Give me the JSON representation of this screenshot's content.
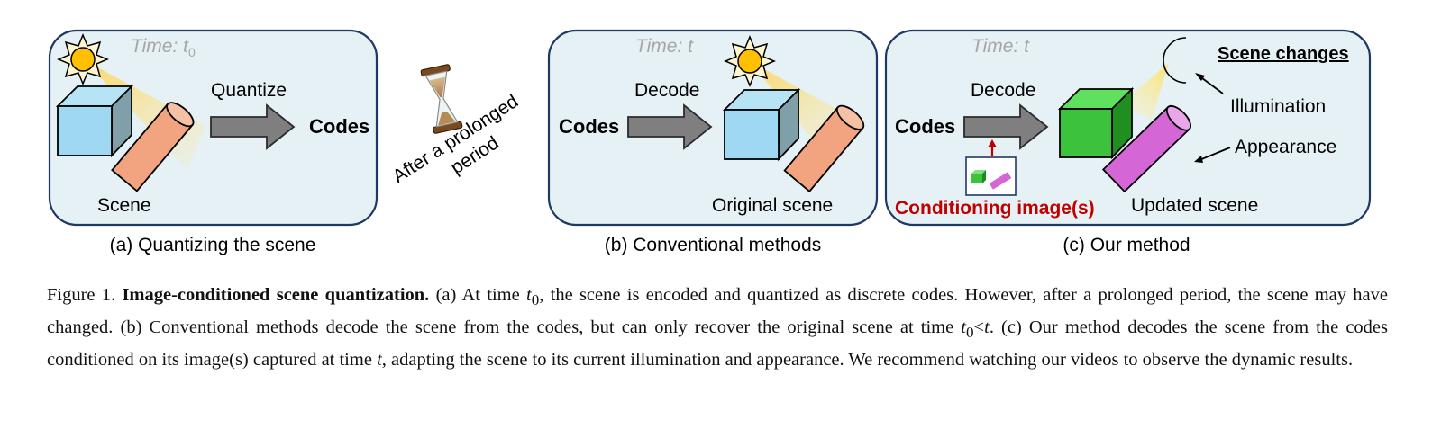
{
  "figure": {
    "panel_a": {
      "time_prefix": "Time: ",
      "time_var": "t",
      "time_sub": "0",
      "quantize_label": "Quantize",
      "codes_label": "Codes",
      "scene_label": "Scene",
      "subcaption": "(a) Quantizing the scene"
    },
    "middle": {
      "line1": "After a prolonged",
      "line2": "period"
    },
    "panel_b": {
      "time_prefix": "Time: ",
      "time_var": "t",
      "decode_label": "Decode",
      "codes_label": "Codes",
      "scene_label": "Original scene",
      "subcaption": "(b) Conventional methods"
    },
    "panel_c": {
      "time_prefix": "Time: ",
      "time_var": "t",
      "decode_label": "Decode",
      "codes_label": "Codes",
      "scene_changes_title": "Scene changes",
      "illumination_label": "Illumination",
      "appearance_label": "Appearance",
      "conditioning_label": "Conditioning image(s)",
      "scene_label": "Updated scene",
      "subcaption": "(c) Our method"
    },
    "colors": {
      "panel_fill": "#e5f1f5",
      "panel_stroke": "#1f3864",
      "cube_blue": "#9fd8f2",
      "cube_green": "#3cc23c",
      "cylinder_orange": "#f1a47f",
      "cylinder_magenta": "#d566d5",
      "arrow_gray": "#7f7f7f",
      "sun_yellow": "#ffc000",
      "conditioning_red": "#c00000",
      "time_gray": "#a6a6a6"
    }
  },
  "caption": {
    "figure_num": "Figure 1.",
    "title": "Image-conditioned scene quantization.",
    "a_part1": "(a) At time",
    "a_var": "t",
    "a_sub": "0",
    "a_part2": ", the scene is encoded and quantized as discrete codes. However, after a prolonged period, the scene may have changed. (b) Conventional methods decode the scene from the codes, but can only recover the original scene at time",
    "ineq_var1": "t",
    "ineq_sub": "0",
    "ineq_op": "<",
    "ineq_var2": "t",
    "c_part1": ". (c) Our method decodes the scene from the codes conditioned on its image(s) captured at time",
    "c_var": "t",
    "c_part2": ", adapting the scene to its current illumination and appearance. We recommend watching our videos to observe the dynamic results."
  }
}
